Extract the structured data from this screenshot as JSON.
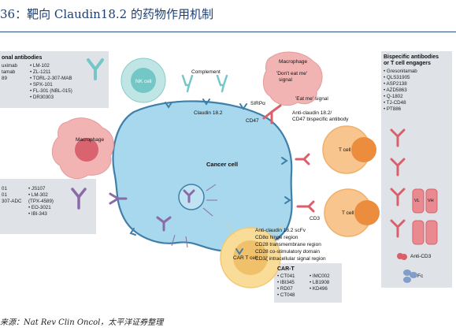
{
  "header": {
    "title": "36：靶向 Claudin18.2 的药物作用机制"
  },
  "footer": {
    "source": "来源：Nat Rev Clin Oncol，太平洋证券整理"
  },
  "diagram": {
    "top_left_panel": {
      "title": "onal antibodies",
      "col1": [
        "uximab",
        "tamab",
        "89"
      ],
      "col2": [
        "• LM-102",
        "• ZL-1211",
        "• TORL-2-307-MAB",
        "• SPX-101",
        "• FL-301 (NBL-015)",
        "• DR30303"
      ]
    },
    "mid_left_panel": {
      "col1": [
        "01",
        "01",
        "307-ADC"
      ],
      "col2": [
        "• JS107",
        "• LM-302",
        "  (TPX-4589)",
        "• EO-3021",
        "• IBI-343"
      ]
    },
    "bispecific_panel": {
      "title_line1": "Bispecific antibodies",
      "title_line2": "or T cell engagers",
      "items": [
        "• Gresonitamab",
        "• QLS31905",
        "• ASP2138",
        "• AZD5863",
        "• Q-1802",
        "• TJ-CD48",
        "• PT886"
      ],
      "vl_label": "VL",
      "vh_label": "VH",
      "anti_cd3_label": "Anti-CD3",
      "fc_label": "Fc"
    },
    "labels": {
      "nk_cell": "NK cell",
      "macrophage_left": "Macrophage",
      "complement": "Complement",
      "claudin": "Claudin 18.2",
      "sirpa": "SIRPα",
      "cd47": "CD47",
      "macrophage_top": "Macrophage",
      "dont_eat_me_1": "'Don't eat me'",
      "dont_eat_me_2": "signal",
      "eat_me": "'Eat me' signal",
      "bispecific_ab_1": "Anti-claudin 18.2/",
      "bispecific_ab_2": "CD47 bispecific antibody",
      "cancer_cell": "Cancer cell",
      "t_cell_1": "T cell",
      "t_cell_2": "T cell",
      "cd3": "CD3",
      "car_t_cell": "CAR T cell"
    },
    "car_parts": [
      "Anti-claudin 18.2 scFv",
      "CD8α hinge region",
      "CD28 transmembrane region",
      "CD28 co-stimulatory domain",
      "CD3ζ intracellular signal region"
    ],
    "car_t_panel": {
      "title": "CAR-T",
      "col1": [
        "• CT041",
        "• IBI345",
        "• RD07",
        "• CT048"
      ],
      "col2": [
        "• IMC002",
        "• LB1908",
        "• KD496"
      ]
    },
    "colors": {
      "cancer_cell": "#a8d8ee",
      "cancer_border": "#3f7fa8",
      "nk_cell": "#bfe6e4",
      "macrophage": "#f2b3b3",
      "macrophage_nucleus": "#d9636f",
      "t_cell": "#f7c58d",
      "t_cell_nucleus": "#ec8c3d",
      "car_t": "#f8dc98",
      "antibody_teal": "#74c7c6",
      "antibody_purple": "#8b6aa8",
      "antibody_red": "#d9606a",
      "panel_bg": "#dfe3e8",
      "title_blue": "#1c3f73"
    }
  }
}
